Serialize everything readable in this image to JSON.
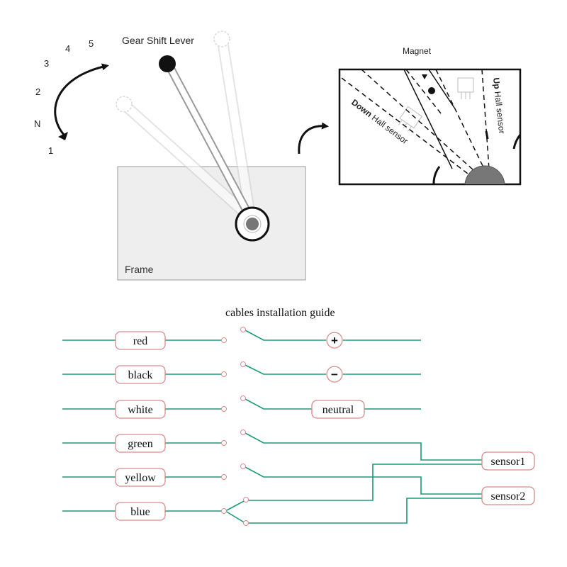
{
  "lever": {
    "title": "Gear Shift Lever",
    "frame_label": "Frame",
    "gears": [
      "N",
      "1",
      "2",
      "3",
      "4",
      "5"
    ]
  },
  "detail": {
    "magnet_label": "Magnet",
    "down_sensor_bold": "Down",
    "down_sensor_rest": " Hall sensor",
    "up_sensor_bold": "Up",
    "up_sensor_rest": " Hall sensor"
  },
  "cables": {
    "title": "cables installation guide",
    "wires": [
      "red",
      "black",
      "white",
      "green",
      "yellow",
      "blue"
    ],
    "terminals": {
      "plus": "+",
      "minus": "−",
      "neutral": "neutral",
      "sensor1": "sensor1",
      "sensor2": "sensor2"
    }
  },
  "colors": {
    "wire": "#1a9a7a",
    "label_border": "#d98a8a",
    "frame_fill": "#eeeeee"
  }
}
